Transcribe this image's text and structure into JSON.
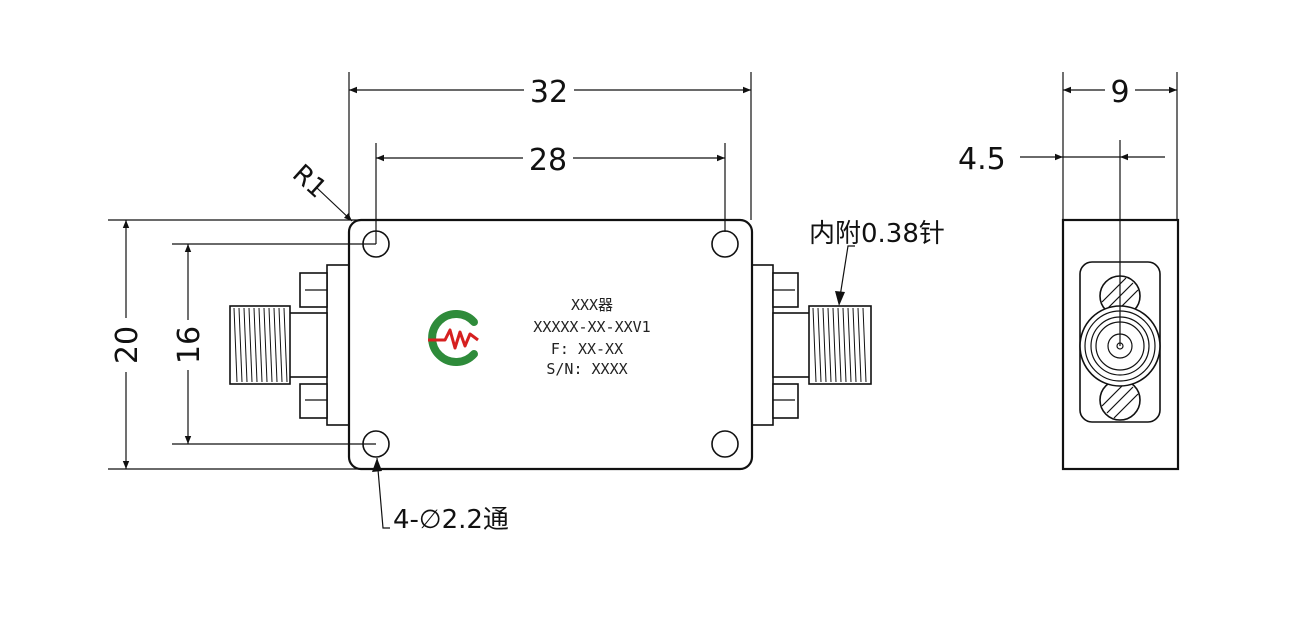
{
  "drawing": {
    "dimensions": {
      "overall_length": "32",
      "hole_spacing_length": "28",
      "overall_height": "20",
      "hole_spacing_height": "16",
      "thickness": "9",
      "pin_offset": "4.5",
      "corner_radius": "R1"
    },
    "notes": {
      "holes": "4-∅2.2通",
      "pin": "内附0.38针"
    },
    "nameplate": {
      "name": "XXX器",
      "model": "XXXXX-XX-XXV1",
      "frequency": "F: XX-XX",
      "serial": "S/N: XXXX"
    },
    "logo": {
      "colors": {
        "arc": "#2e8b3a",
        "wave": "#d62020"
      }
    }
  }
}
